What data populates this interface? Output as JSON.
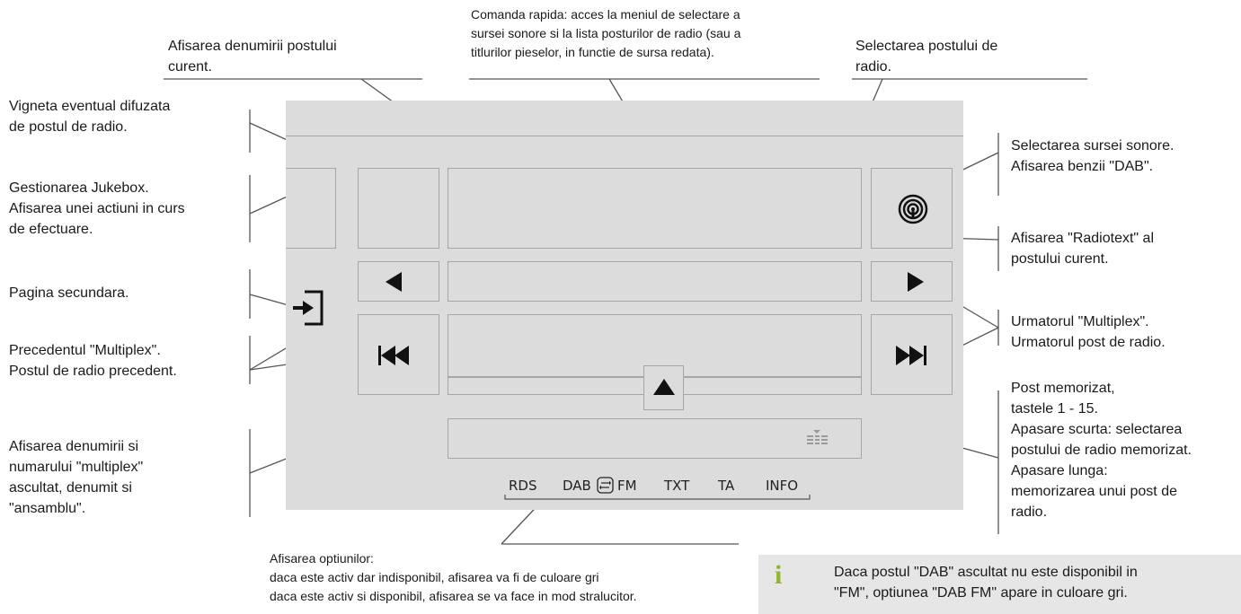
{
  "annotations": {
    "station_name": [
      "Afisarea denumirii postului",
      "curent."
    ],
    "quick_command": [
      "Comanda rapida: acces la meniul de selectare a",
      "sursei sonore si la lista posturilor de radio (sau a",
      "titlurilor pieselor, in functie de sursa redata)."
    ],
    "station_select": [
      "Selectarea postului de",
      "radio."
    ],
    "vignette": [
      "Vigneta eventual difuzata",
      "de postul de radio."
    ],
    "jukebox": [
      "Gestionarea Jukebox.",
      "Afisarea unei actiuni in curs",
      "de efectuare."
    ],
    "source_select": [
      "Selectarea sursei sonore.",
      "Afisarea benzii \"DAB\"."
    ],
    "radiotext": [
      "Afisarea \"Radiotext\" al",
      "postului curent."
    ],
    "secondary_page": [
      "Pagina secundara."
    ],
    "next": [
      "Urmatorul \"Multiplex\".",
      "Urmatorul post de radio."
    ],
    "previous": [
      "Precedentul \"Multiplex\".",
      "Postul de radio precedent."
    ],
    "multiplex_name": [
      "Afisarea denumirii si",
      "numarului \"multiplex\"",
      "ascultat, denumit si",
      "\"ansamblu\"."
    ],
    "presets": [
      "Post memorizat,",
      "tastele 1 - 15.",
      "Apasare scurta: selectarea",
      "postului de radio memorizat.",
      "Apasare lunga:",
      "memorizarea unui post de",
      "radio."
    ],
    "options": [
      "Afisarea optiunilor:",
      "daca este activ dar indisponibil, afisarea va fi de culoare gri",
      "daca este activ si disponibil, afisarea se va face in mod stralucitor."
    ]
  },
  "screen_options": [
    "RDS",
    "DAB",
    "FM",
    "TXT",
    "TA",
    "INFO"
  ],
  "info_note": [
    "Daca postul \"DAB\" ascultat nu este disponibil in",
    "\"FM\", optiunea \"DAB FM\" apare in culoare gri."
  ],
  "icons": {
    "info": "i",
    "source": "radio-source-icon",
    "secondary_page": "secondary-page-icon",
    "prev_small": "left-triangle-icon",
    "next_small": "right-triangle-icon",
    "skip_back": "skip-back-icon",
    "skip_forward": "skip-forward-icon",
    "up": "up-triangle-icon",
    "equalizer": "equalizer-icon",
    "swap": "swap-icon"
  },
  "colors": {
    "screen": "#dcdcdc",
    "cell_border": "#a6a6a6",
    "info_icon": "#8fb52b",
    "info_box": "#e6e6e6"
  }
}
